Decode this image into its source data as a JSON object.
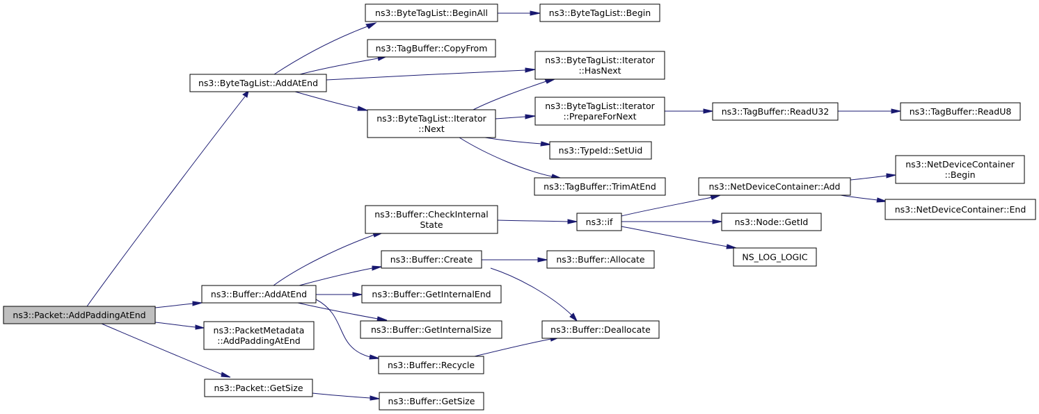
{
  "nodes": [
    {
      "id": "packet_addpaddingatend",
      "lines": [
        "ns3::Packet::AddPaddingAtEnd"
      ],
      "root": true
    },
    {
      "id": "bytetaglist_addatend",
      "lines": [
        "ns3::ByteTagList::AddAtEnd"
      ]
    },
    {
      "id": "buffer_addatend",
      "lines": [
        "ns3::Buffer::AddAtEnd"
      ]
    },
    {
      "id": "packetmetadata_addpaddingatend",
      "lines": [
        "ns3::PacketMetadata",
        "::AddPaddingAtEnd"
      ]
    },
    {
      "id": "packet_getsize",
      "lines": [
        "ns3::Packet::GetSize"
      ]
    },
    {
      "id": "bytetaglist_beginall",
      "lines": [
        "ns3::ByteTagList::BeginAll"
      ]
    },
    {
      "id": "tagbuffer_copyfrom",
      "lines": [
        "ns3::TagBuffer::CopyFrom"
      ]
    },
    {
      "id": "iterator_next",
      "lines": [
        "ns3::ByteTagList::Iterator",
        "::Next"
      ]
    },
    {
      "id": "bytetaglist_begin",
      "lines": [
        "ns3::ByteTagList::Begin"
      ]
    },
    {
      "id": "iterator_hasnext",
      "lines": [
        "ns3::ByteTagList::Iterator",
        "::HasNext"
      ]
    },
    {
      "id": "iterator_preparefornext",
      "lines": [
        "ns3::ByteTagList::Iterator",
        "::PrepareForNext"
      ]
    },
    {
      "id": "typeid_setuid",
      "lines": [
        "ns3::TypeId::SetUid"
      ]
    },
    {
      "id": "tagbuffer_trimatend",
      "lines": [
        "ns3::TagBuffer::TrimAtEnd"
      ]
    },
    {
      "id": "tagbuffer_readu32",
      "lines": [
        "ns3::TagBuffer::ReadU32"
      ]
    },
    {
      "id": "tagbuffer_readu8",
      "lines": [
        "ns3::TagBuffer::ReadU8"
      ]
    },
    {
      "id": "buffer_checkinternalstate",
      "lines": [
        "ns3::Buffer::CheckInternal",
        "State"
      ]
    },
    {
      "id": "buffer_create",
      "lines": [
        "ns3::Buffer::Create"
      ]
    },
    {
      "id": "buffer_getinternalend",
      "lines": [
        "ns3::Buffer::GetInternalEnd"
      ]
    },
    {
      "id": "buffer_getinternalsize",
      "lines": [
        "ns3::Buffer::GetInternalSize"
      ]
    },
    {
      "id": "buffer_recycle",
      "lines": [
        "ns3::Buffer::Recycle"
      ]
    },
    {
      "id": "buffer_getsize",
      "lines": [
        "ns3::Buffer::GetSize"
      ]
    },
    {
      "id": "ns3_if",
      "lines": [
        "ns3::if"
      ]
    },
    {
      "id": "buffer_allocate",
      "lines": [
        "ns3::Buffer::Allocate"
      ]
    },
    {
      "id": "buffer_deallocate",
      "lines": [
        "ns3::Buffer::Deallocate"
      ]
    },
    {
      "id": "netdevicecontainer_add",
      "lines": [
        "ns3::NetDeviceContainer::Add"
      ]
    },
    {
      "id": "node_getid",
      "lines": [
        "ns3::Node::GetId"
      ]
    },
    {
      "id": "ns_log_logic",
      "lines": [
        "NS_LOG_LOGIC"
      ]
    },
    {
      "id": "netdevicecontainer_begin",
      "lines": [
        "ns3::NetDeviceContainer",
        "::Begin"
      ]
    },
    {
      "id": "netdevicecontainer_end",
      "lines": [
        "ns3::NetDeviceContainer::End"
      ]
    }
  ],
  "edges": [
    {
      "from": "packet_addpaddingatend",
      "to": "bytetaglist_addatend"
    },
    {
      "from": "packet_addpaddingatend",
      "to": "buffer_addatend"
    },
    {
      "from": "packet_addpaddingatend",
      "to": "packetmetadata_addpaddingatend"
    },
    {
      "from": "packet_addpaddingatend",
      "to": "packet_getsize"
    },
    {
      "from": "bytetaglist_addatend",
      "to": "bytetaglist_beginall"
    },
    {
      "from": "bytetaglist_addatend",
      "to": "tagbuffer_copyfrom"
    },
    {
      "from": "bytetaglist_addatend",
      "to": "iterator_hasnext"
    },
    {
      "from": "bytetaglist_addatend",
      "to": "iterator_next"
    },
    {
      "from": "bytetaglist_beginall",
      "to": "bytetaglist_begin"
    },
    {
      "from": "iterator_next",
      "to": "iterator_hasnext"
    },
    {
      "from": "iterator_next",
      "to": "iterator_preparefornext"
    },
    {
      "from": "iterator_next",
      "to": "typeid_setuid"
    },
    {
      "from": "iterator_next",
      "to": "tagbuffer_trimatend"
    },
    {
      "from": "iterator_preparefornext",
      "to": "tagbuffer_readu32"
    },
    {
      "from": "tagbuffer_readu32",
      "to": "tagbuffer_readu8"
    },
    {
      "from": "buffer_addatend",
      "to": "buffer_checkinternalstate"
    },
    {
      "from": "buffer_addatend",
      "to": "buffer_create"
    },
    {
      "from": "buffer_addatend",
      "to": "buffer_getinternalend"
    },
    {
      "from": "buffer_addatend",
      "to": "buffer_getinternalsize"
    },
    {
      "from": "buffer_addatend",
      "to": "buffer_recycle"
    },
    {
      "from": "buffer_checkinternalstate",
      "to": "ns3_if"
    },
    {
      "from": "ns3_if",
      "to": "netdevicecontainer_add"
    },
    {
      "from": "ns3_if",
      "to": "node_getid"
    },
    {
      "from": "ns3_if",
      "to": "ns_log_logic"
    },
    {
      "from": "netdevicecontainer_add",
      "to": "netdevicecontainer_begin"
    },
    {
      "from": "netdevicecontainer_add",
      "to": "netdevicecontainer_end"
    },
    {
      "from": "buffer_create",
      "to": "buffer_allocate"
    },
    {
      "from": "buffer_create",
      "to": "buffer_deallocate"
    },
    {
      "from": "buffer_recycle",
      "to": "buffer_deallocate"
    },
    {
      "from": "packet_getsize",
      "to": "buffer_getsize"
    }
  ]
}
